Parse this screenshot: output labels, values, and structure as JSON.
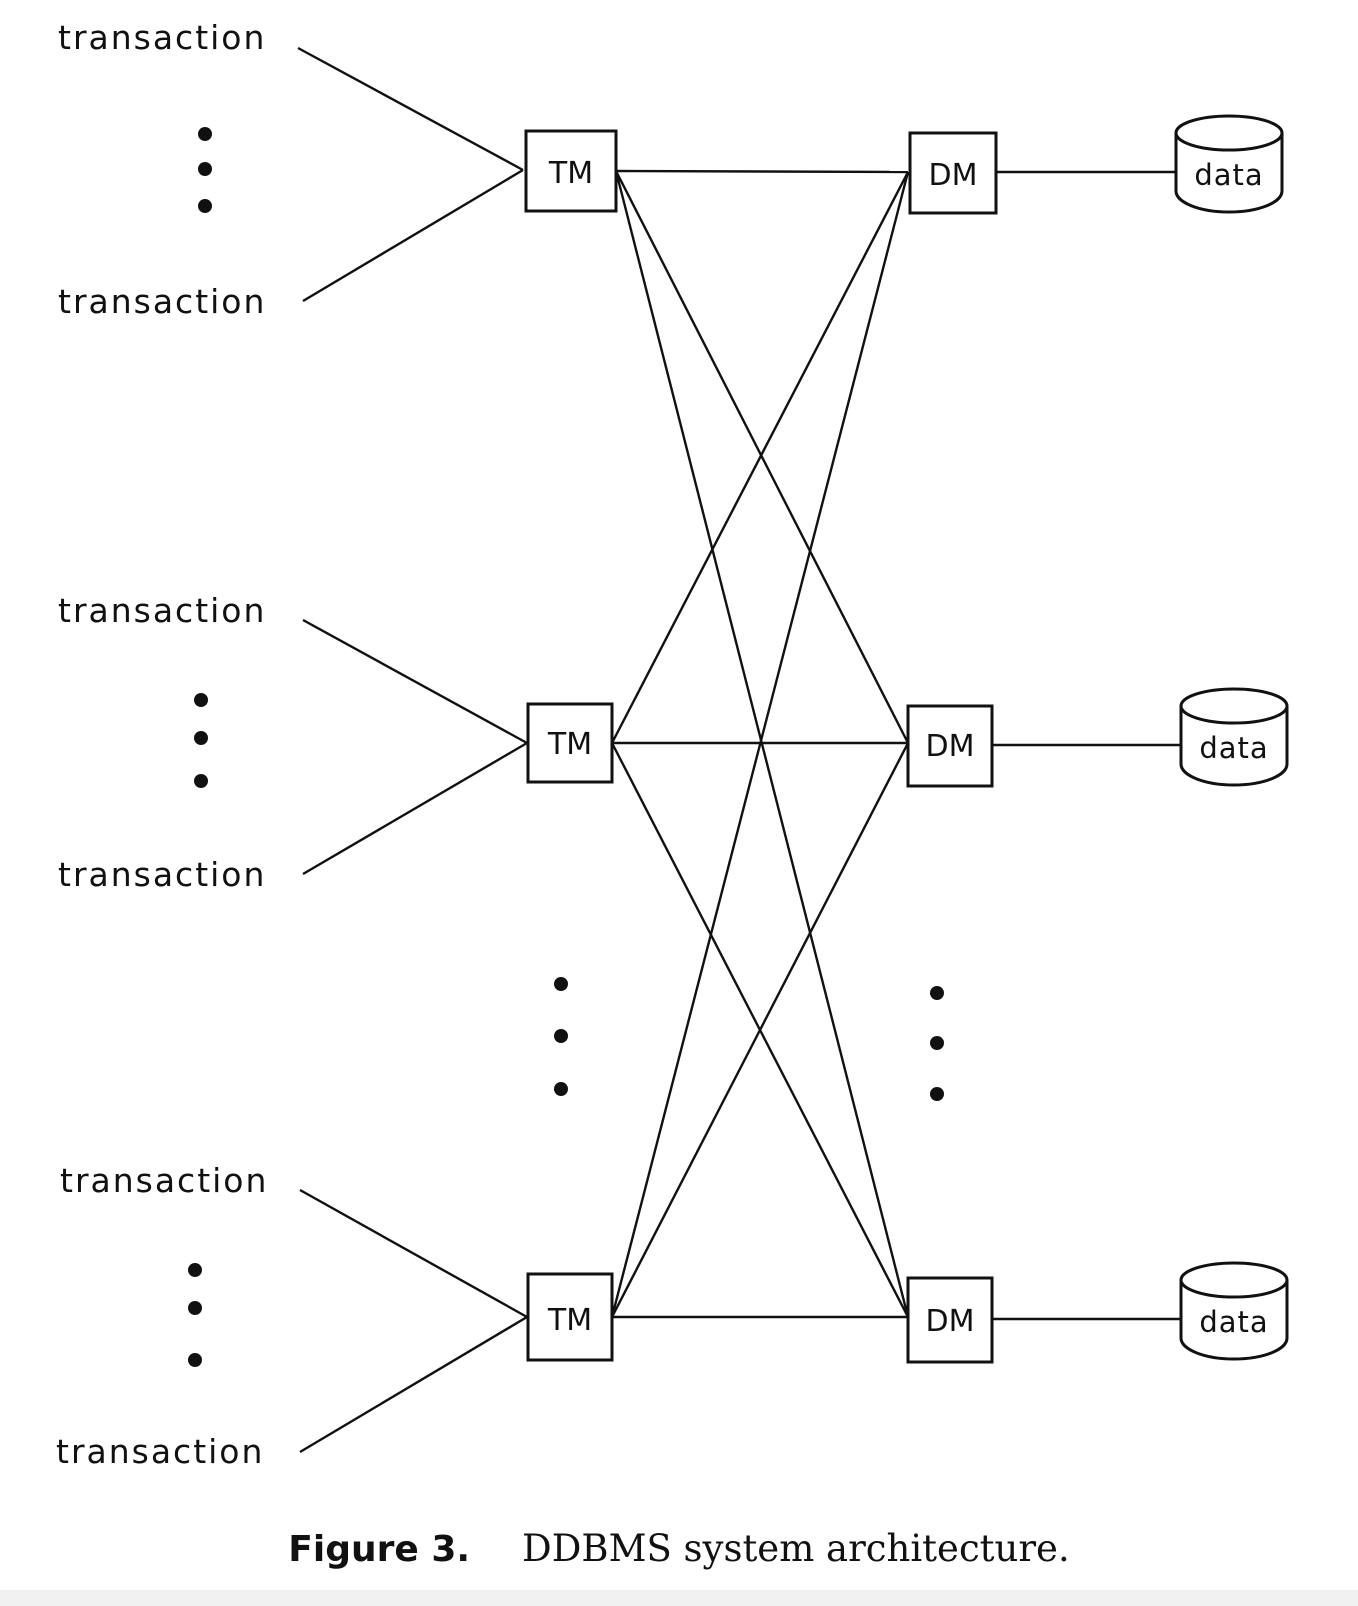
{
  "diagram": {
    "transaction_label": "transaction",
    "tm_label": "TM",
    "dm_label": "DM",
    "data_label": "data"
  },
  "caption": {
    "figure_label": "Figure 3.",
    "text": "DDBMS system architecture."
  }
}
